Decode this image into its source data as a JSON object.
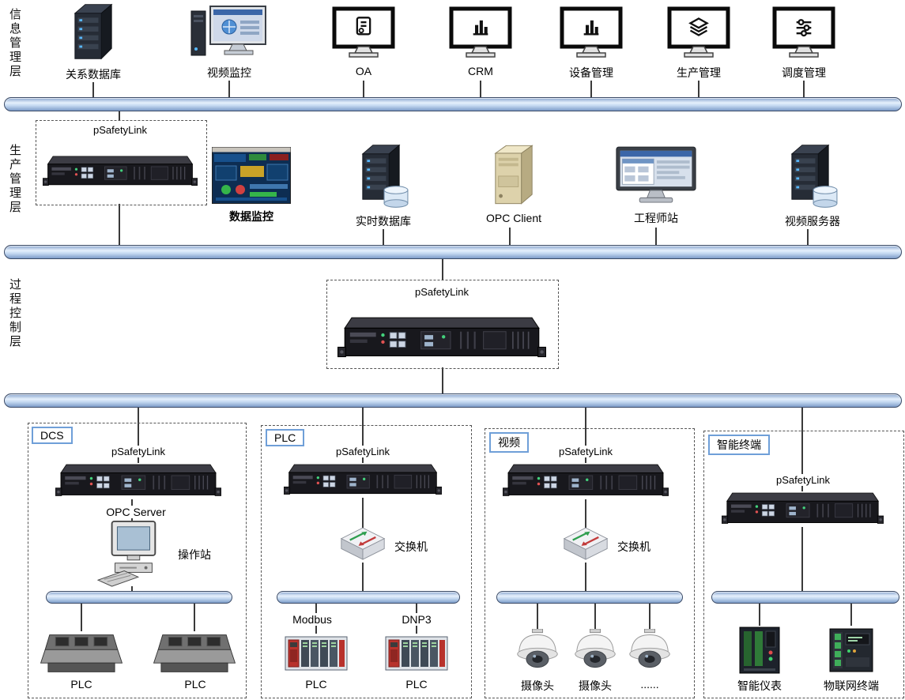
{
  "layers": {
    "info": {
      "label": "信息管理层"
    },
    "production": {
      "label": "生产管理层"
    },
    "process": {
      "label": "过程控制层"
    }
  },
  "info_nodes": [
    {
      "label": "关系数据库",
      "icon": "database-server-icon"
    },
    {
      "label": "视频监控",
      "icon": "video-monitoring-workstation-icon"
    },
    {
      "label": "OA",
      "icon": "oa-terminal-icon"
    },
    {
      "label": "CRM",
      "icon": "crm-terminal-icon"
    },
    {
      "label": "设备管理",
      "icon": "device-management-terminal-icon"
    },
    {
      "label": "生产管理",
      "icon": "production-management-terminal-icon"
    },
    {
      "label": "调度管理",
      "icon": "dispatch-management-terminal-icon"
    }
  ],
  "production_layer": {
    "gateway_label": "pSafetyLink",
    "data_monitor_label": "数据监控",
    "realtime_db_label": "实时数据库",
    "opc_client_label": "OPC Client",
    "engineer_station_label": "工程师站",
    "video_server_label": "视频服务器"
  },
  "process_layer": {
    "gateway_label": "pSafetyLink"
  },
  "groups": {
    "dcs": {
      "tag": "DCS",
      "gateway_label": "pSafetyLink",
      "opc_server_label": "OPC Server",
      "workstation_label": "操作站",
      "device_labels": [
        "PLC",
        "PLC"
      ]
    },
    "plc": {
      "tag": "PLC",
      "gateway_label": "pSafetyLink",
      "switch_label": "交换机",
      "protocol_labels": [
        "Modbus",
        "DNP3"
      ],
      "device_labels": [
        "PLC",
        "PLC"
      ]
    },
    "video": {
      "tag": "视频",
      "gateway_label": "pSafetyLink",
      "switch_label": "交换机",
      "device_labels": [
        "摄像头",
        "摄像头",
        "......"
      ]
    },
    "terminal": {
      "tag": "智能终端",
      "gateway_label": "pSafetyLink",
      "device_labels": [
        "智能仪表",
        "物联网终端"
      ]
    }
  },
  "colors": {
    "bus_light": "#e6f0fc",
    "bus_dark": "#7d9cc8",
    "tag_border": "#6f9fd8",
    "line": "#3a3a3a"
  }
}
